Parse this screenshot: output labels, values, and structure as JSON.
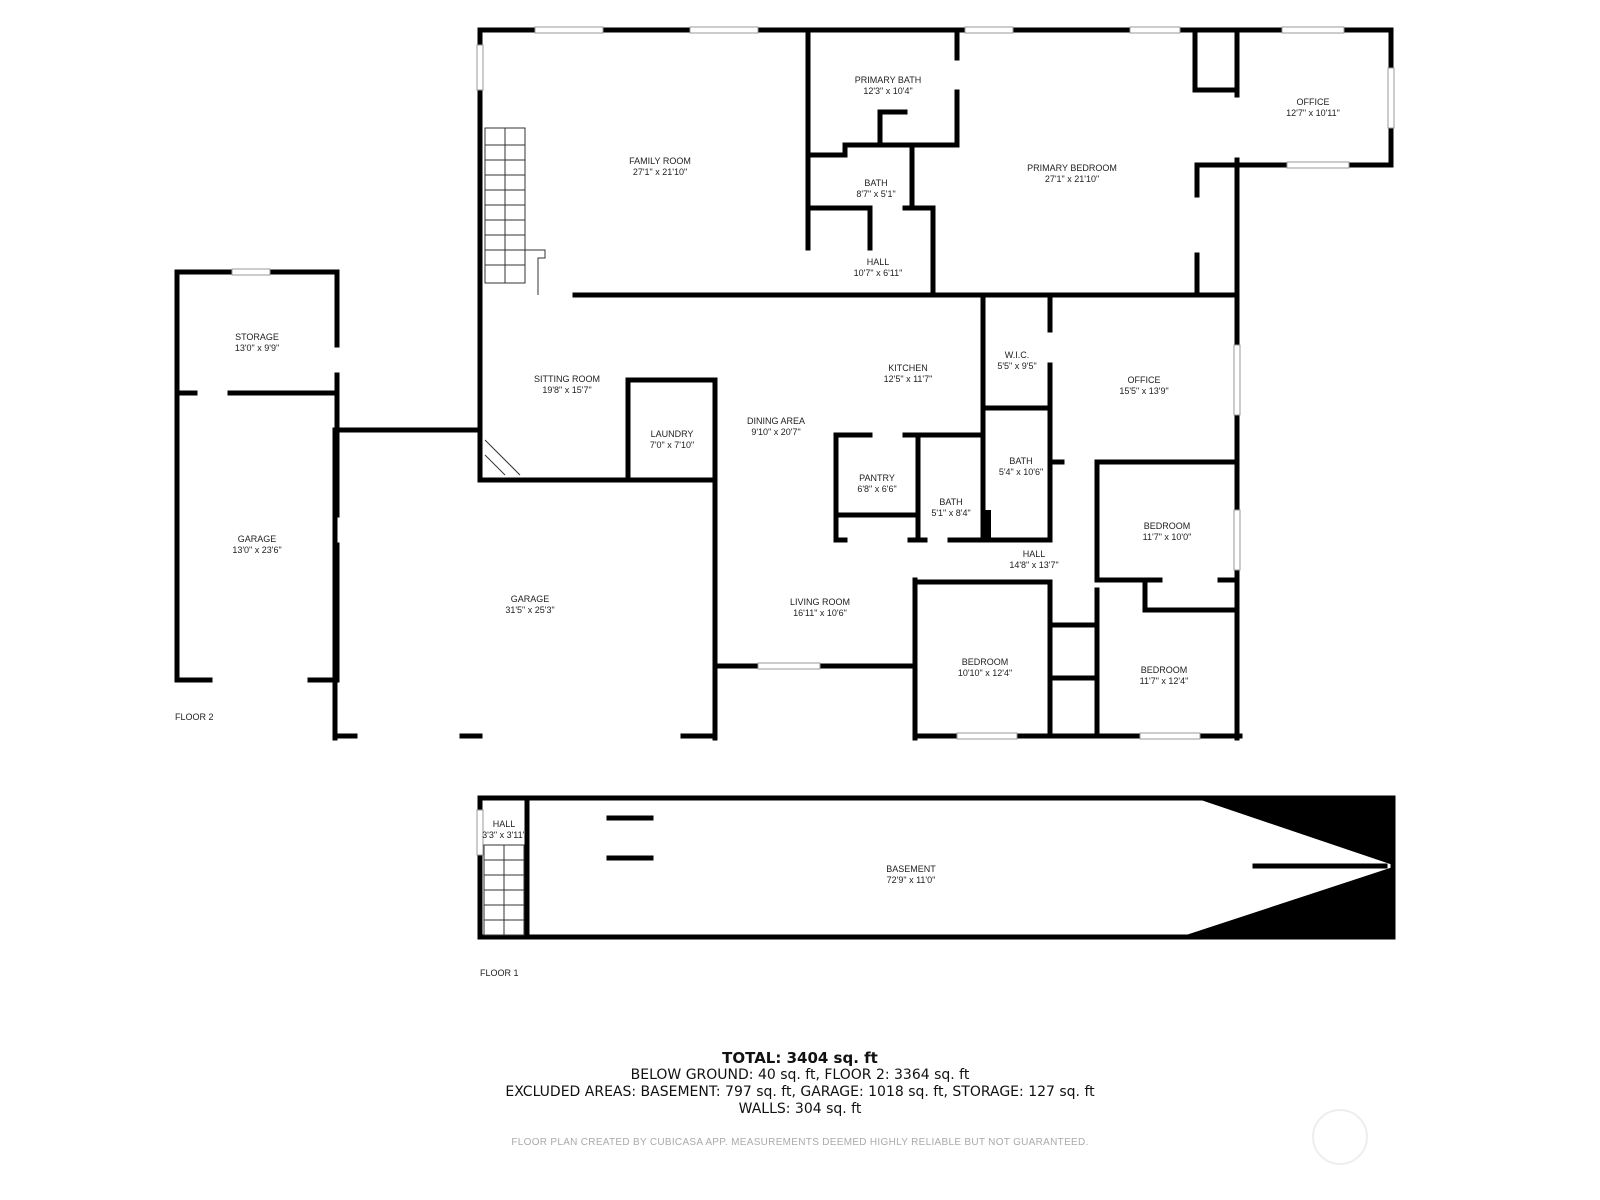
{
  "rooms": [
    {
      "name": "FAMILY ROOM",
      "dims": "27'1\" x 21'10\""
    },
    {
      "name": "PRIMARY BATH",
      "dims": "12'3\" x 10'4\""
    },
    {
      "name": "BATH",
      "dims": "8'7\" x 5'1\""
    },
    {
      "name": "HALL",
      "dims": "10'7\" x 6'11\""
    },
    {
      "name": "PRIMARY BEDROOM",
      "dims": "27'1\" x 21'10\""
    },
    {
      "name": "OFFICE",
      "dims": "12'7\" x 10'11\""
    },
    {
      "name": "STORAGE",
      "dims": "13'0\" x 9'9\""
    },
    {
      "name": "GARAGE",
      "dims": "13'0\" x 23'6\""
    },
    {
      "name": "SITTING ROOM",
      "dims": "19'8\" x 15'7\""
    },
    {
      "name": "LAUNDRY",
      "dims": "7'0\" x 7'10\""
    },
    {
      "name": "DINING AREA",
      "dims": "9'10\" x 20'7\""
    },
    {
      "name": "KITCHEN",
      "dims": "12'5\" x 11'7\""
    },
    {
      "name": "W.I.C.",
      "dims": "5'5\" x 9'5\""
    },
    {
      "name": "OFFICE",
      "dims": "15'5\" x 13'9\""
    },
    {
      "name": "PANTRY",
      "dims": "6'8\" x 6'6\""
    },
    {
      "name": "BATH",
      "dims": "5'1\" x 8'4\""
    },
    {
      "name": "BATH",
      "dims": "5'4\" x 10'6\""
    },
    {
      "name": "BEDROOM",
      "dims": "11'7\" x 10'0\""
    },
    {
      "name": "HALL",
      "dims": "14'8\" x 13'7\""
    },
    {
      "name": "GARAGE",
      "dims": "31'5\" x 25'3\""
    },
    {
      "name": "LIVING ROOM",
      "dims": "16'11\" x 10'6\""
    },
    {
      "name": "BEDROOM",
      "dims": "10'10\" x 12'4\""
    },
    {
      "name": "BEDROOM",
      "dims": "11'7\" x 12'4\""
    },
    {
      "name": "HALL",
      "dims": "3'3\" x 3'11\""
    },
    {
      "name": "BASEMENT",
      "dims": "72'9\" x 11'0\""
    }
  ],
  "floors": {
    "floor2": "FLOOR 2",
    "floor1": "FLOOR 1"
  },
  "summary": {
    "total": "TOTAL: 3404 sq. ft",
    "line1": "BELOW GROUND: 40 sq. ft, FLOOR 2: 3364 sq. ft",
    "line2": "EXCLUDED AREAS: BASEMENT: 797 sq. ft, GARAGE: 1018 sq. ft, STORAGE: 127 sq. ft",
    "line3": "WALLS: 304 sq. ft"
  },
  "disclaimer": "FLOOR PLAN CREATED BY CUBICASA APP. MEASUREMENTS DEEMED HIGHLY RELIABLE BUT NOT GUARANTEED.",
  "colors": {
    "wall": "#000000",
    "window": "#bbbbbb",
    "footer_text": "#aaaaaa"
  }
}
